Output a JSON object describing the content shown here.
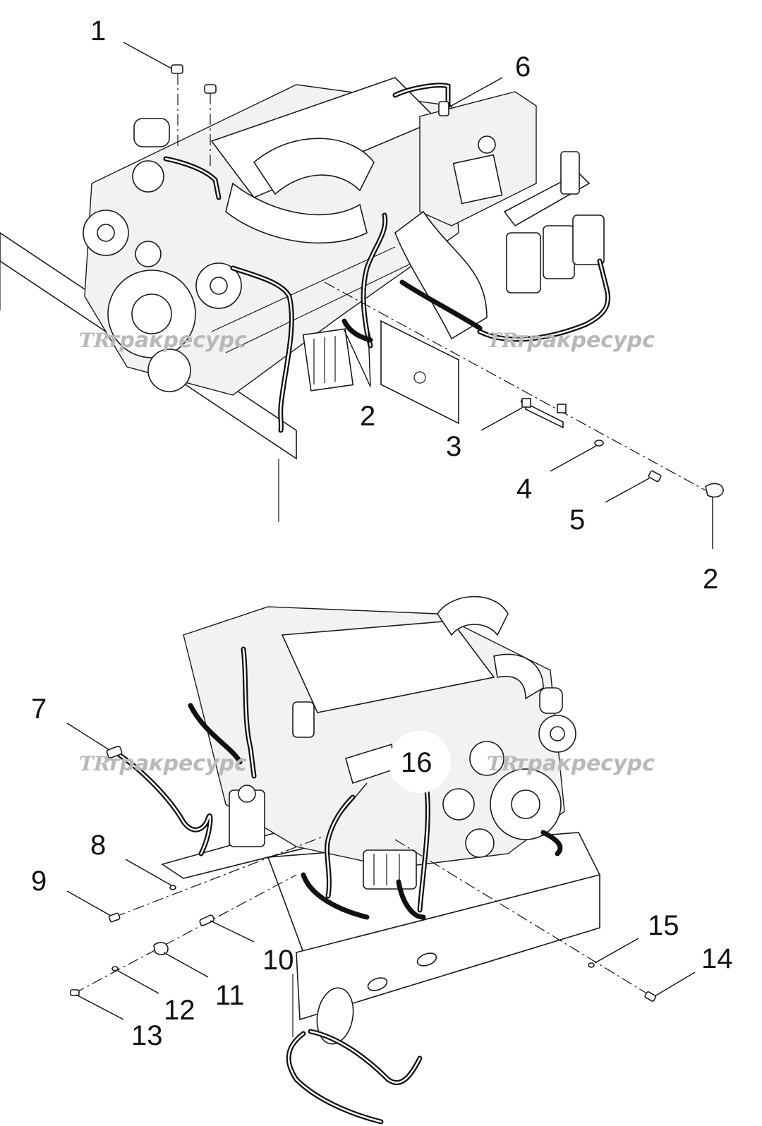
{
  "callouts": [
    "1",
    "2",
    "3",
    "4",
    "5",
    "6",
    "2",
    "7",
    "8",
    "9",
    "10",
    "11",
    "12",
    "13",
    "14",
    "15",
    "16"
  ],
  "watermark": {
    "logo": "TR",
    "text": "тракресурс"
  },
  "colors": {
    "line": "#111111",
    "watermark": "#b9b9b9",
    "background": "#ffffff"
  }
}
